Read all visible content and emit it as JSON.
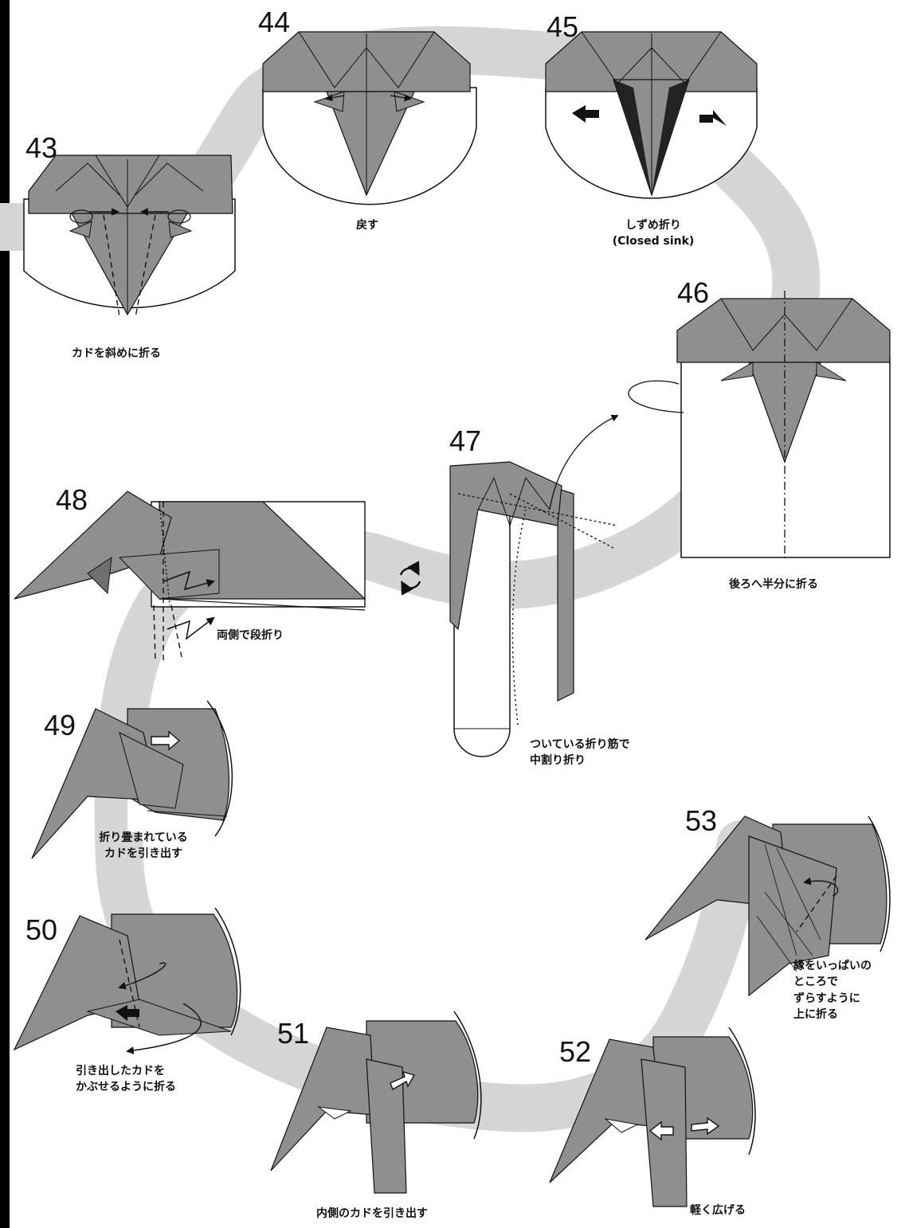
{
  "colors": {
    "paper_gray": "#8f8f8f",
    "paper_dark": "#6f6f6f",
    "path_band": "#d6d6d6",
    "ink": "#111111",
    "white": "#ffffff"
  },
  "steps": [
    {
      "number": "43",
      "caption_lines": [
        "カドを斜めに折る"
      ]
    },
    {
      "number": "44",
      "caption_lines": [
        "戻す"
      ]
    },
    {
      "number": "45",
      "caption_lines": [
        "しずめ折り",
        "(Closed sink)"
      ]
    },
    {
      "number": "46",
      "caption_lines": [
        "後ろへ半分に折る"
      ]
    },
    {
      "number": "47",
      "caption_lines": [
        "ついている折り筋で",
        "中割り折り"
      ]
    },
    {
      "number": "48",
      "caption_lines": [
        "両側で段折り"
      ]
    },
    {
      "number": "49",
      "caption_lines": [
        "折り畳まれている",
        "カドを引き出す"
      ]
    },
    {
      "number": "50",
      "caption_lines": [
        "引き出したカドを",
        "かぶせるように折る"
      ]
    },
    {
      "number": "51",
      "caption_lines": [
        "内側のカドを引き出す"
      ]
    },
    {
      "number": "52",
      "caption_lines": [
        "軽く広げる"
      ]
    },
    {
      "number": "53",
      "caption_lines": [
        "縁をいっぱいの",
        "ところで",
        "ずらすように",
        "上に折る"
      ]
    }
  ],
  "icons": {
    "rotate": "rotate-model-icon",
    "push": "push-arrow-icon",
    "pull": "pull-arrow-icon",
    "fold": "fold-arrow-icon"
  }
}
